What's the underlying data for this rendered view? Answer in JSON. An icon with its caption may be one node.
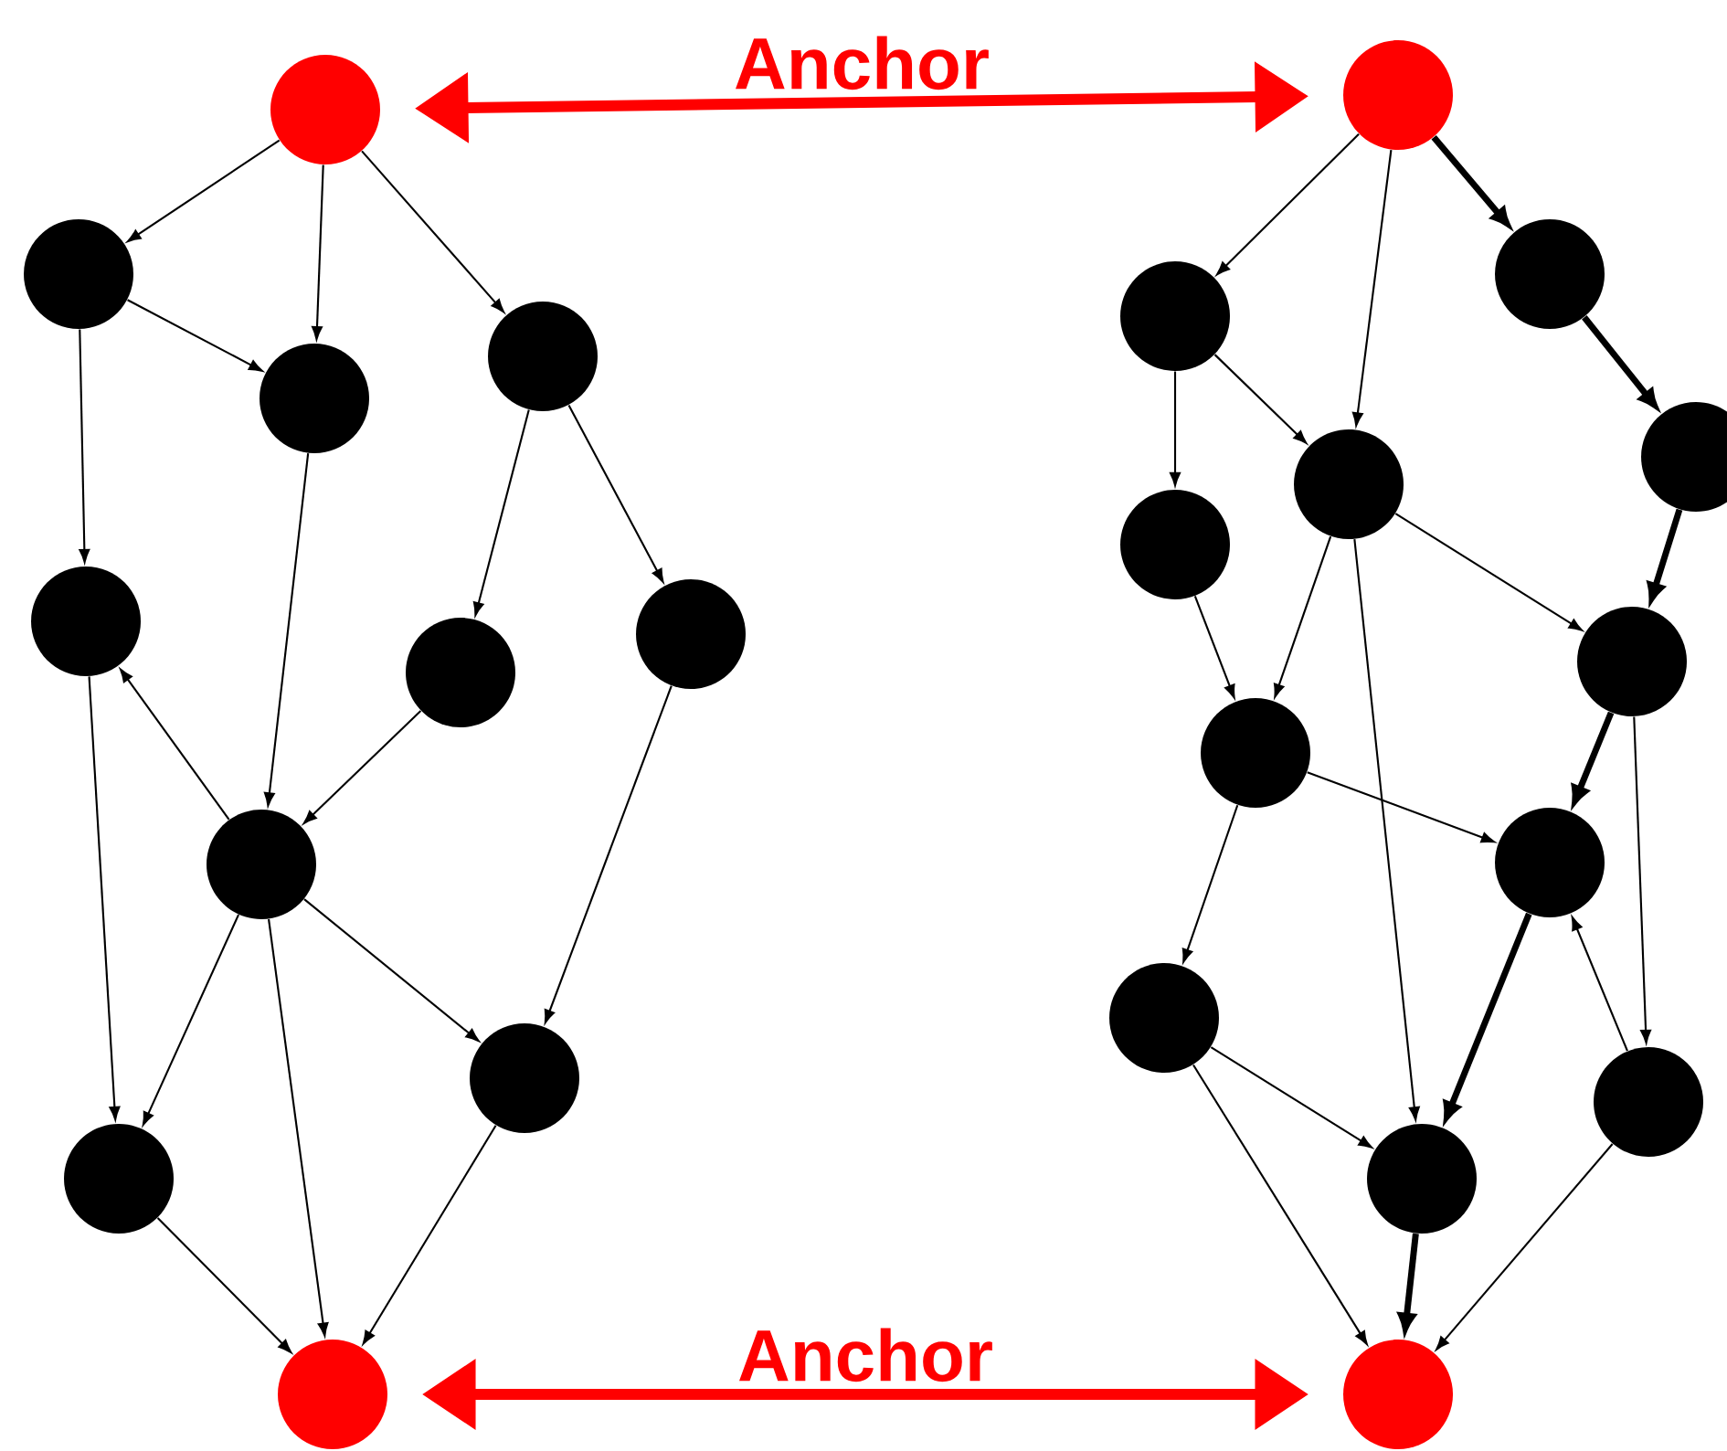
{
  "diagram": {
    "nodes": [
      {
        "text": [],
        "shape": "circle"
      },
      {
        "text": [],
        "shape": "circle"
      },
      {
        "text": [],
        "shape": "circle"
      },
      {
        "text": [],
        "shape": "circle"
      },
      {
        "text": [],
        "shape": "circle"
      },
      {
        "text": [],
        "shape": "circle"
      },
      {
        "text": [],
        "shape": "circle"
      },
      {
        "text": [],
        "shape": "circle"
      },
      {
        "text": [],
        "shape": "circle"
      },
      {
        "text": [],
        "shape": "circle"
      },
      {
        "text": [],
        "shape": "circle"
      },
      {
        "text": [],
        "shape": "circle"
      },
      {
        "text": [],
        "shape": "circle"
      },
      {
        "text": [],
        "shape": "circle"
      },
      {
        "text": [],
        "shape": "circle"
      },
      {
        "text": [],
        "shape": "circle"
      },
      {
        "text": [],
        "shape": "circle"
      },
      {
        "text": [],
        "shape": "circle"
      },
      {
        "text": [],
        "shape": "circle"
      },
      {
        "text": [],
        "shape": "circle"
      },
      {
        "text": [],
        "shape": "circle"
      },
      {
        "text": [],
        "shape": "circle"
      },
      {
        "text": [],
        "shape": "circle"
      },
      {
        "text": [],
        "shape": "circle"
      }
    ],
    "edges": [
      {
        "from": 0,
        "to": 11,
        "arrow": "both",
        "label": "Anchor",
        "style": "thick",
        "color": "#ff0000"
      },
      {
        "from": 10,
        "to": 23,
        "arrow": "both",
        "label": "Anchor",
        "style": "thick",
        "color": "#ff0000"
      },
      {
        "from": 0,
        "to": 1,
        "arrow": "to"
      },
      {
        "from": 0,
        "to": 2,
        "arrow": "to"
      },
      {
        "from": 0,
        "to": 3,
        "arrow": "to"
      },
      {
        "from": 1,
        "to": 2,
        "arrow": "to"
      },
      {
        "from": 1,
        "to": 4,
        "arrow": "to"
      },
      {
        "from": 2,
        "to": 7,
        "arrow": "to"
      },
      {
        "from": 3,
        "to": 5,
        "arrow": "to"
      },
      {
        "from": 3,
        "to": 6,
        "arrow": "to"
      },
      {
        "from": 5,
        "to": 7,
        "arrow": "to"
      },
      {
        "from": 7,
        "to": 4,
        "arrow": "to"
      },
      {
        "from": 4,
        "to": 9,
        "arrow": "to"
      },
      {
        "from": 7,
        "to": 9,
        "arrow": "to"
      },
      {
        "from": 7,
        "to": 10,
        "arrow": "to"
      },
      {
        "from": 7,
        "to": 8,
        "arrow": "to"
      },
      {
        "from": 6,
        "to": 8,
        "arrow": "to"
      },
      {
        "from": 9,
        "to": 10,
        "arrow": "to"
      },
      {
        "from": 8,
        "to": 10,
        "arrow": "to"
      },
      {
        "from": 11,
        "to": 12,
        "arrow": "to"
      },
      {
        "from": 11,
        "to": 14,
        "arrow": "to"
      },
      {
        "from": 11,
        "to": 13,
        "arrow": "to",
        "style": "thick"
      },
      {
        "from": 13,
        "to": 15,
        "arrow": "to",
        "style": "thick"
      },
      {
        "from": 12,
        "to": 14,
        "arrow": "to"
      },
      {
        "from": 12,
        "to": 16,
        "arrow": "to"
      },
      {
        "from": 14,
        "to": 18,
        "arrow": "to"
      },
      {
        "from": 14,
        "to": 22,
        "arrow": "to"
      },
      {
        "from": 14,
        "to": 17,
        "arrow": "to"
      },
      {
        "from": 15,
        "to": 17,
        "arrow": "to",
        "style": "thick"
      },
      {
        "from": 16,
        "to": 18,
        "arrow": "to"
      },
      {
        "from": 17,
        "to": 19,
        "arrow": "to",
        "style": "thick"
      },
      {
        "from": 17,
        "to": 21,
        "arrow": "to"
      },
      {
        "from": 18,
        "to": 19,
        "arrow": "to"
      },
      {
        "from": 18,
        "to": 20,
        "arrow": "to"
      },
      {
        "from": 19,
        "to": 22,
        "arrow": "to",
        "style": "thick"
      },
      {
        "from": 21,
        "to": 19,
        "arrow": "to"
      },
      {
        "from": 20,
        "to": 22,
        "arrow": "to"
      },
      {
        "from": 20,
        "to": 23,
        "arrow": "to"
      },
      {
        "from": 22,
        "to": 23,
        "arrow": "to",
        "style": "thick"
      },
      {
        "from": 21,
        "to": 23,
        "arrow": "to"
      }
    ]
  }
}
